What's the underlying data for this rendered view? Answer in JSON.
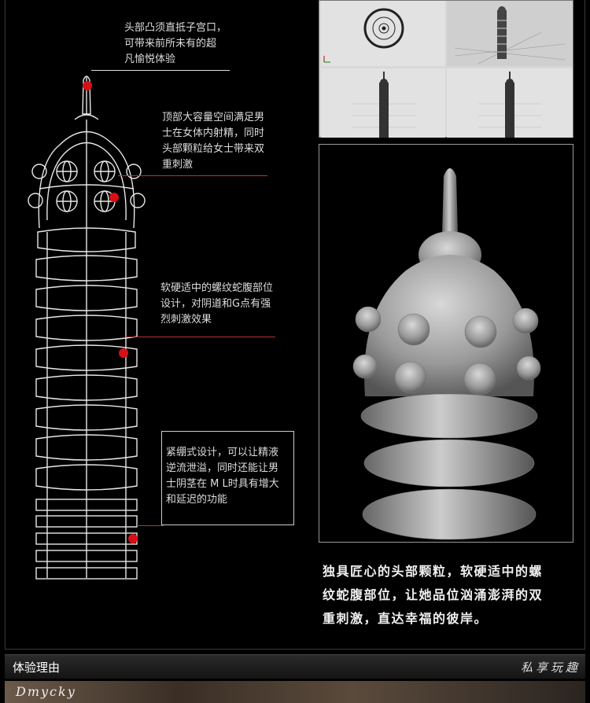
{
  "annotations": [
    {
      "lines": [
        "头部凸须直抵子宫口，",
        "可带来前所未有的超",
        "凡愉悦体验"
      ]
    },
    {
      "lines": [
        "顶部大容量空间满足男",
        "士在女体内射精，同时",
        "头部颗粒给女士带来双",
        "重刺激"
      ]
    },
    {
      "lines": [
        "软硬适中的螺纹蛇腹部位",
        "设计，对阴道和G点有强",
        "烈刺激效果"
      ]
    },
    {
      "lines": [
        "紧绷式设计，可以让精液",
        "逆流泄溢，同时还能让男",
        "士阴茎在 M L时具有增大",
        "和延迟的功能"
      ]
    }
  ],
  "caption": {
    "lines": [
      "独具匠心的头部颗粒，软硬适中的螺",
      "纹蛇腹部位，让她品位汹涌澎湃的双",
      "重刺激，直达幸福的彼岸。"
    ]
  },
  "section_bar": {
    "title": "体验理由",
    "right_label": "私享玩趣"
  },
  "brand": "Dmycky",
  "colors": {
    "accent_dot": "#d80f16",
    "background": "#000000"
  }
}
